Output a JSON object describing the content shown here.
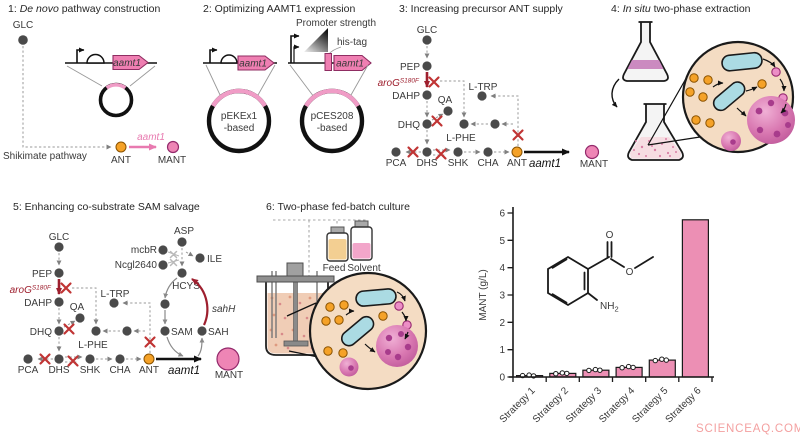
{
  "panel1": {
    "title": [
      "1: ",
      "De novo",
      " pathway construction"
    ],
    "shikimate": "Shikimate pathway"
  },
  "panel2": {
    "title": "2: Optimizing AAMT1 expression",
    "promoter_strength": "Promoter strength",
    "his_tag": "his-tag",
    "plasmid1": [
      "pEKEx1",
      "-based"
    ],
    "plasmid2": [
      "pCES208",
      "-based"
    ]
  },
  "panel3": {
    "title": "3: Increasing precursor ANT supply"
  },
  "panel4": {
    "title": [
      "4: ",
      "In situ",
      " two-phase extraction"
    ]
  },
  "panel5": {
    "title": "5: Enhancing co-substrate SAM salvage"
  },
  "panel6": {
    "title": "6: Two-phase fed-batch culture",
    "feed": "Feed",
    "solvent": "Solvent"
  },
  "net": {
    "glc": "GLC",
    "pep": "PEP",
    "arog": "aroG",
    "arog_sup": "S180F",
    "dahp": "DAHP",
    "qa": "QA",
    "dhq": "DHQ",
    "ltrp": "L-TRP",
    "lphe": "L-PHE",
    "pca": "PCA",
    "dhs": "DHS",
    "shk": "SHK",
    "cha": "CHA",
    "ant": "ANT",
    "gene": "aamt1",
    "mant": "MANT"
  },
  "sam": {
    "asp": "ASP",
    "mcbr": "mcbR",
    "ncgl": "Ncgl2640",
    "ile": "ILE",
    "hcys": "HCYS",
    "sam": "SAM",
    "sah": "SAH",
    "sahh": "sahH"
  },
  "chart_data": {
    "type": "bar",
    "categories": [
      "Strategy 1",
      "Strategy 2",
      "Strategy 3",
      "Strategy 4",
      "Strategy 5",
      "Strategy 6"
    ],
    "values": [
      0.05,
      0.13,
      0.25,
      0.35,
      0.62,
      5.75
    ],
    "points": [
      [
        0.05,
        0.07,
        0.04
      ],
      [
        0.12,
        0.15,
        0.13
      ],
      [
        0.24,
        0.27,
        0.25
      ],
      [
        0.34,
        0.38,
        0.35
      ],
      [
        0.6,
        0.65,
        0.62
      ],
      []
    ],
    "ylabel": "MANT (g/L)",
    "xlabel": "",
    "yticks": [
      0,
      1,
      2,
      3,
      4,
      5,
      6
    ],
    "ylim": [
      0,
      6
    ],
    "grid": false,
    "legend_position": "none",
    "molecule": {
      "carbonyl_o": "O",
      "ester_o": "O",
      "amine": "NH",
      "amine_sub": "2"
    }
  },
  "watermark": "SCIENCEAQ.COM",
  "colors": {
    "bar": "#ec8fb4",
    "accent_pink": "#e87ab0",
    "gene_arrow_pink": "#ef7fb2",
    "plasmid_arc_pink": "#f09cc6",
    "node_gray": "#4a4a4a",
    "ant_orange": "#f5a228",
    "mant_pink": "#ee85b5",
    "cross_red": "#c03434",
    "dark_red": "#9e1f2e",
    "cell_cyan": "#abdbe3",
    "cytoplasm_peach": "#f4dcc3",
    "droplet_magenta": "#c95f9f",
    "watermark_pink": "#f29090"
  }
}
